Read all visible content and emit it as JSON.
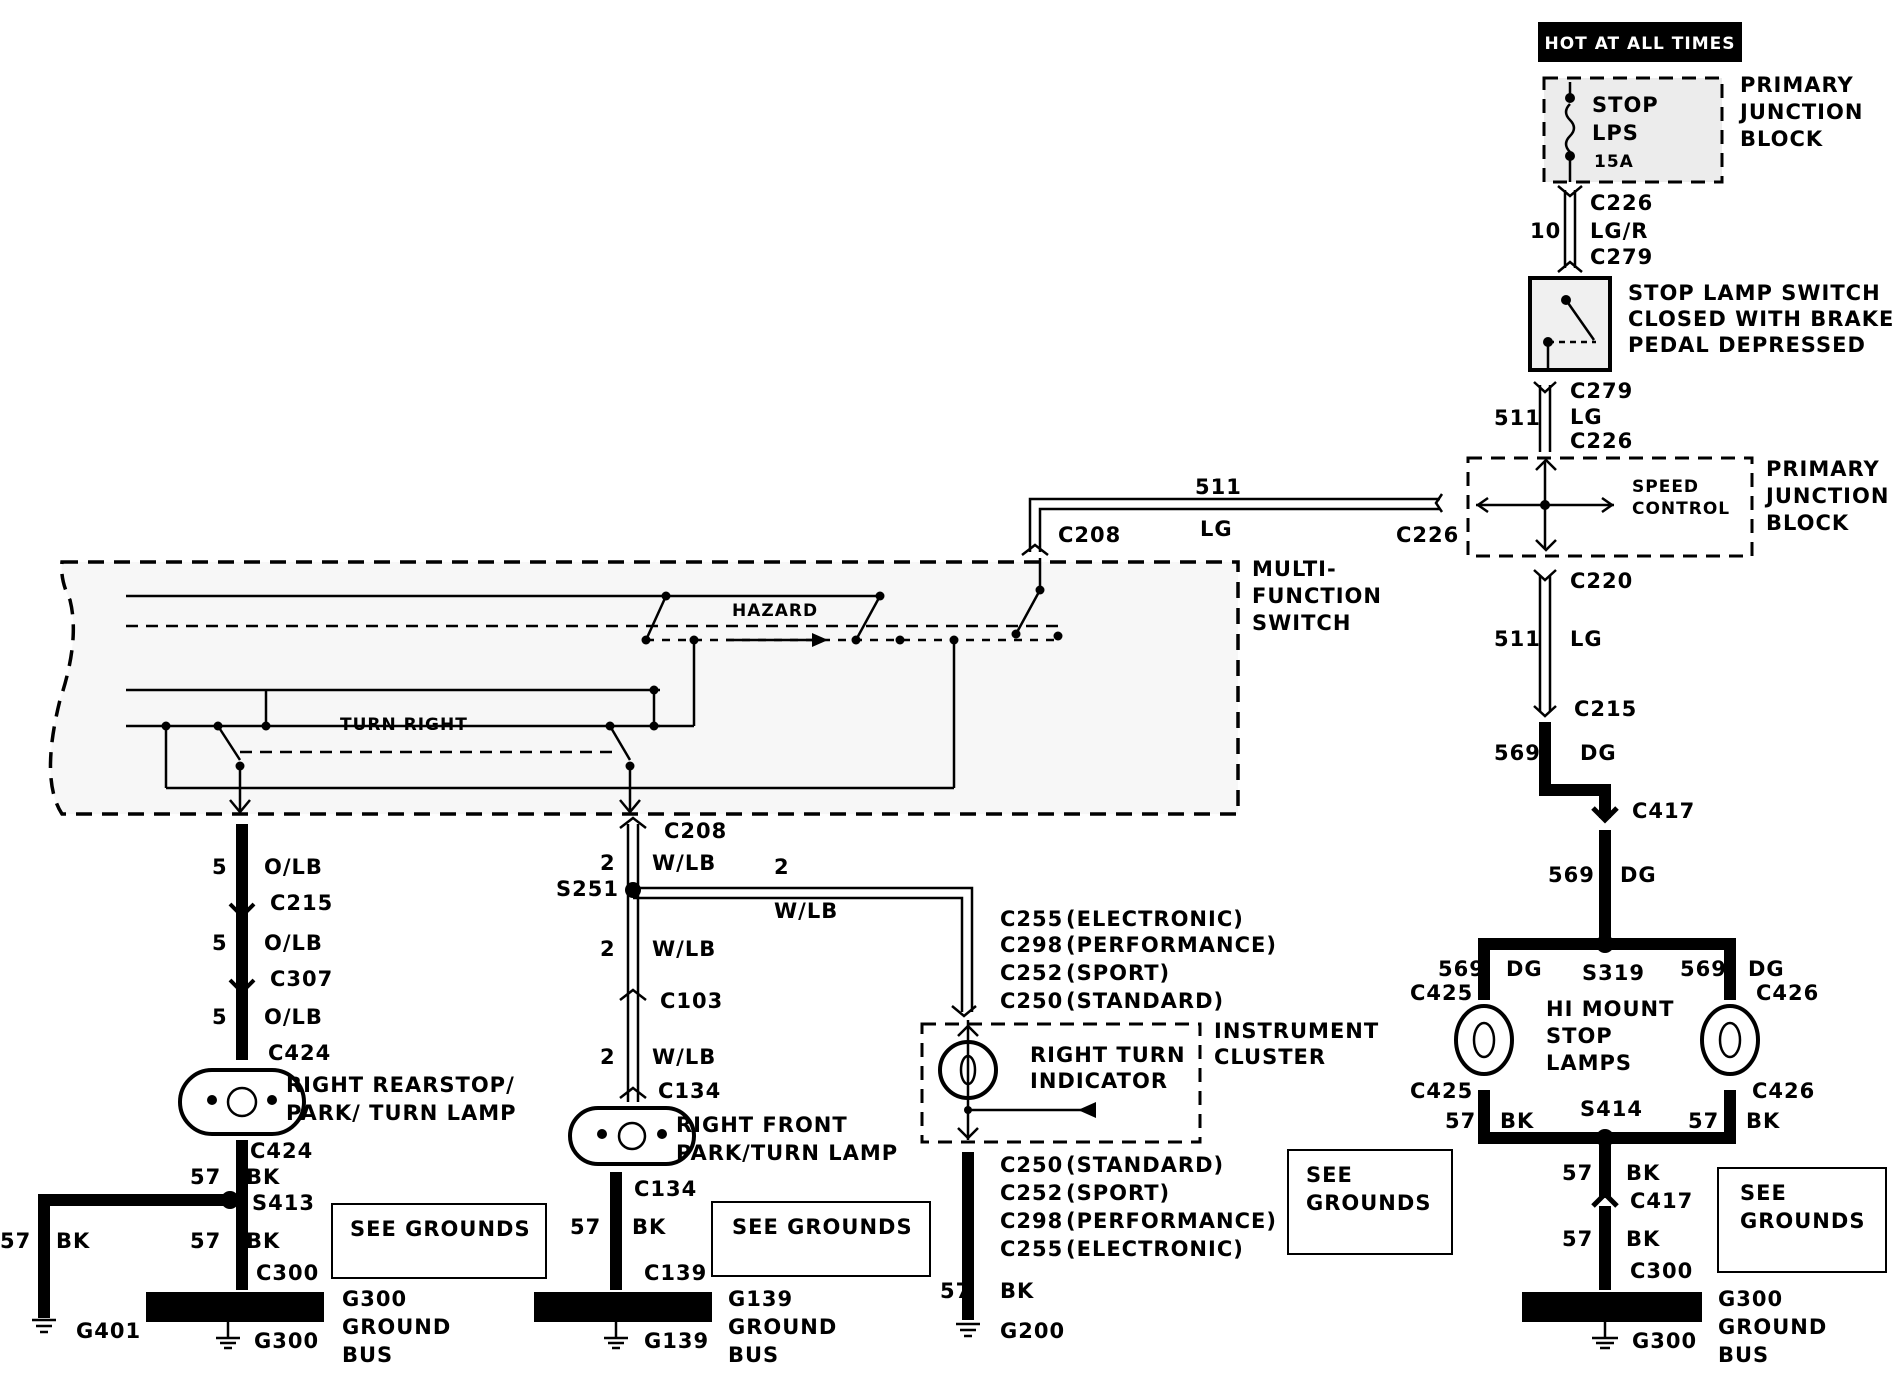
{
  "colors": {
    "ink": "#000000",
    "paper": "#ffffff",
    "tag_bg": "#000000",
    "tag_fg": "#ffffff"
  },
  "hot_tag": "HOT AT ALL TIMES",
  "pjb_top": {
    "line1": "PRIMARY",
    "line2": "JUNCTION",
    "line3": "BLOCK"
  },
  "fuse": {
    "name1": "STOP",
    "name2": "LPS",
    "rating": "15A"
  },
  "pjb_mid": {
    "line1": "PRIMARY",
    "line2": "JUNCTION",
    "line3": "BLOCK",
    "inner1": "SPEED",
    "inner2": "CONTROL"
  },
  "stop_switch": {
    "line1": "STOP LAMP SWITCH",
    "line2": "CLOSED WITH BRAKE",
    "line3": "PEDAL DEPRESSED"
  },
  "mfs": {
    "line1": "MULTI-",
    "line2": "FUNCTION",
    "line3": "SWITCH",
    "hazard": "HAZARD",
    "turn_right": "TURN RIGHT"
  },
  "cluster": {
    "line1": "INSTRUMENT",
    "line2": "CLUSTER",
    "ind1": "RIGHT TURN",
    "ind2": "INDICATOR"
  },
  "rear_lamp": {
    "line1": "RIGHT REARSTOP/",
    "line2": "PARK/ TURN LAMP"
  },
  "front_lamp": {
    "line1": "RIGHT FRONT",
    "line2": "PARK/TURN LAMP"
  },
  "hi_mount": {
    "line1": "HI MOUNT",
    "line2": "STOP",
    "line3": "LAMPS"
  },
  "see_grounds": {
    "a": "SEE GROUNDS",
    "b": "SEE GROUNDS",
    "c1": "SEE",
    "c2": "GROUNDS",
    "d1": "SEE",
    "d2": "GROUNDS"
  },
  "grounds": {
    "g401": "G401",
    "g300a": "G300",
    "g139": "G139",
    "g200": "G200",
    "g300b": "G300"
  },
  "bus": {
    "g300a": {
      "l1": "G300",
      "l2": "GROUND",
      "l3": "BUS"
    },
    "g139": {
      "l1": "G139",
      "l2": "GROUND",
      "l3": "BUS"
    },
    "g300b": {
      "l1": "G300",
      "l2": "GROUND",
      "l3": "BUS"
    }
  },
  "cluster_connectors": [
    {
      "conn": "C255",
      "desc": "(ELECTRONIC)"
    },
    {
      "conn": "C298",
      "desc": "(PERFORMANCE)"
    },
    {
      "conn": "C252",
      "desc": "(SPORT)"
    },
    {
      "conn": "C250",
      "desc": "(STANDARD)"
    }
  ],
  "cluster_connectors_low": [
    {
      "conn": "C250",
      "desc": "(STANDARD)"
    },
    {
      "conn": "C252",
      "desc": "(SPORT)"
    },
    {
      "conn": "C298",
      "desc": "(PERFORMANCE)"
    },
    {
      "conn": "C255",
      "desc": "(ELECTRONIC)"
    }
  ],
  "wires": {
    "c226a": "C226",
    "n10": "10",
    "lgr": "LG/R",
    "c279a": "C279",
    "c279b": "C279",
    "n511a": "511",
    "lg_a": "LG",
    "c226b": "C226",
    "n511b": "511",
    "lg_b": "LG",
    "c208a": "C208",
    "c226c": "C226",
    "c220": "C220",
    "n511c": "511",
    "lg_c": "LG",
    "c215a": "C215",
    "n569a": "569",
    "dg_a": "DG",
    "c417a": "C417",
    "n569b": "569",
    "dg_b": "DG",
    "s319": "S319",
    "n569c": "569",
    "dg_c": "DG",
    "c425a": "C425",
    "n569d": "569",
    "dg_d": "DG",
    "c426a": "C426",
    "c425b": "C425",
    "n57a": "57",
    "bk_a": "BK",
    "s414": "S414",
    "n57b": "57",
    "bk_b": "BK",
    "c426b": "C426",
    "n57c": "57",
    "bk_c": "BK",
    "c417b": "C417",
    "n57d": "57",
    "bk_d": "BK",
    "c300c": "C300",
    "n5a": "5",
    "olb_a": "O/LB",
    "c215b": "C215",
    "n5b": "5",
    "olb_b": "O/LB",
    "c307": "C307",
    "n5c": "5",
    "olb_c": "O/LB",
    "c424a": "C424",
    "c424b": "C424",
    "n57e": "57",
    "bk_e": "BK",
    "s413": "S413",
    "n57f": "57",
    "bk_f": "BK",
    "n57g": "57",
    "bk_g": "BK",
    "c300a": "C300",
    "c208b": "C208",
    "n2a": "2",
    "wlb_a": "W/LB",
    "n2b": "2",
    "wlb_b": "W/LB",
    "s251": "S251",
    "n2c": "2",
    "wlb_c": "W/LB",
    "c103": "C103",
    "n2d": "2",
    "wlb_d": "W/LB",
    "c134a": "C134",
    "c134b": "C134",
    "n57h": "57",
    "bk_h": "BK",
    "c139": "C139",
    "n57i": "57",
    "bk_i": "BK"
  }
}
